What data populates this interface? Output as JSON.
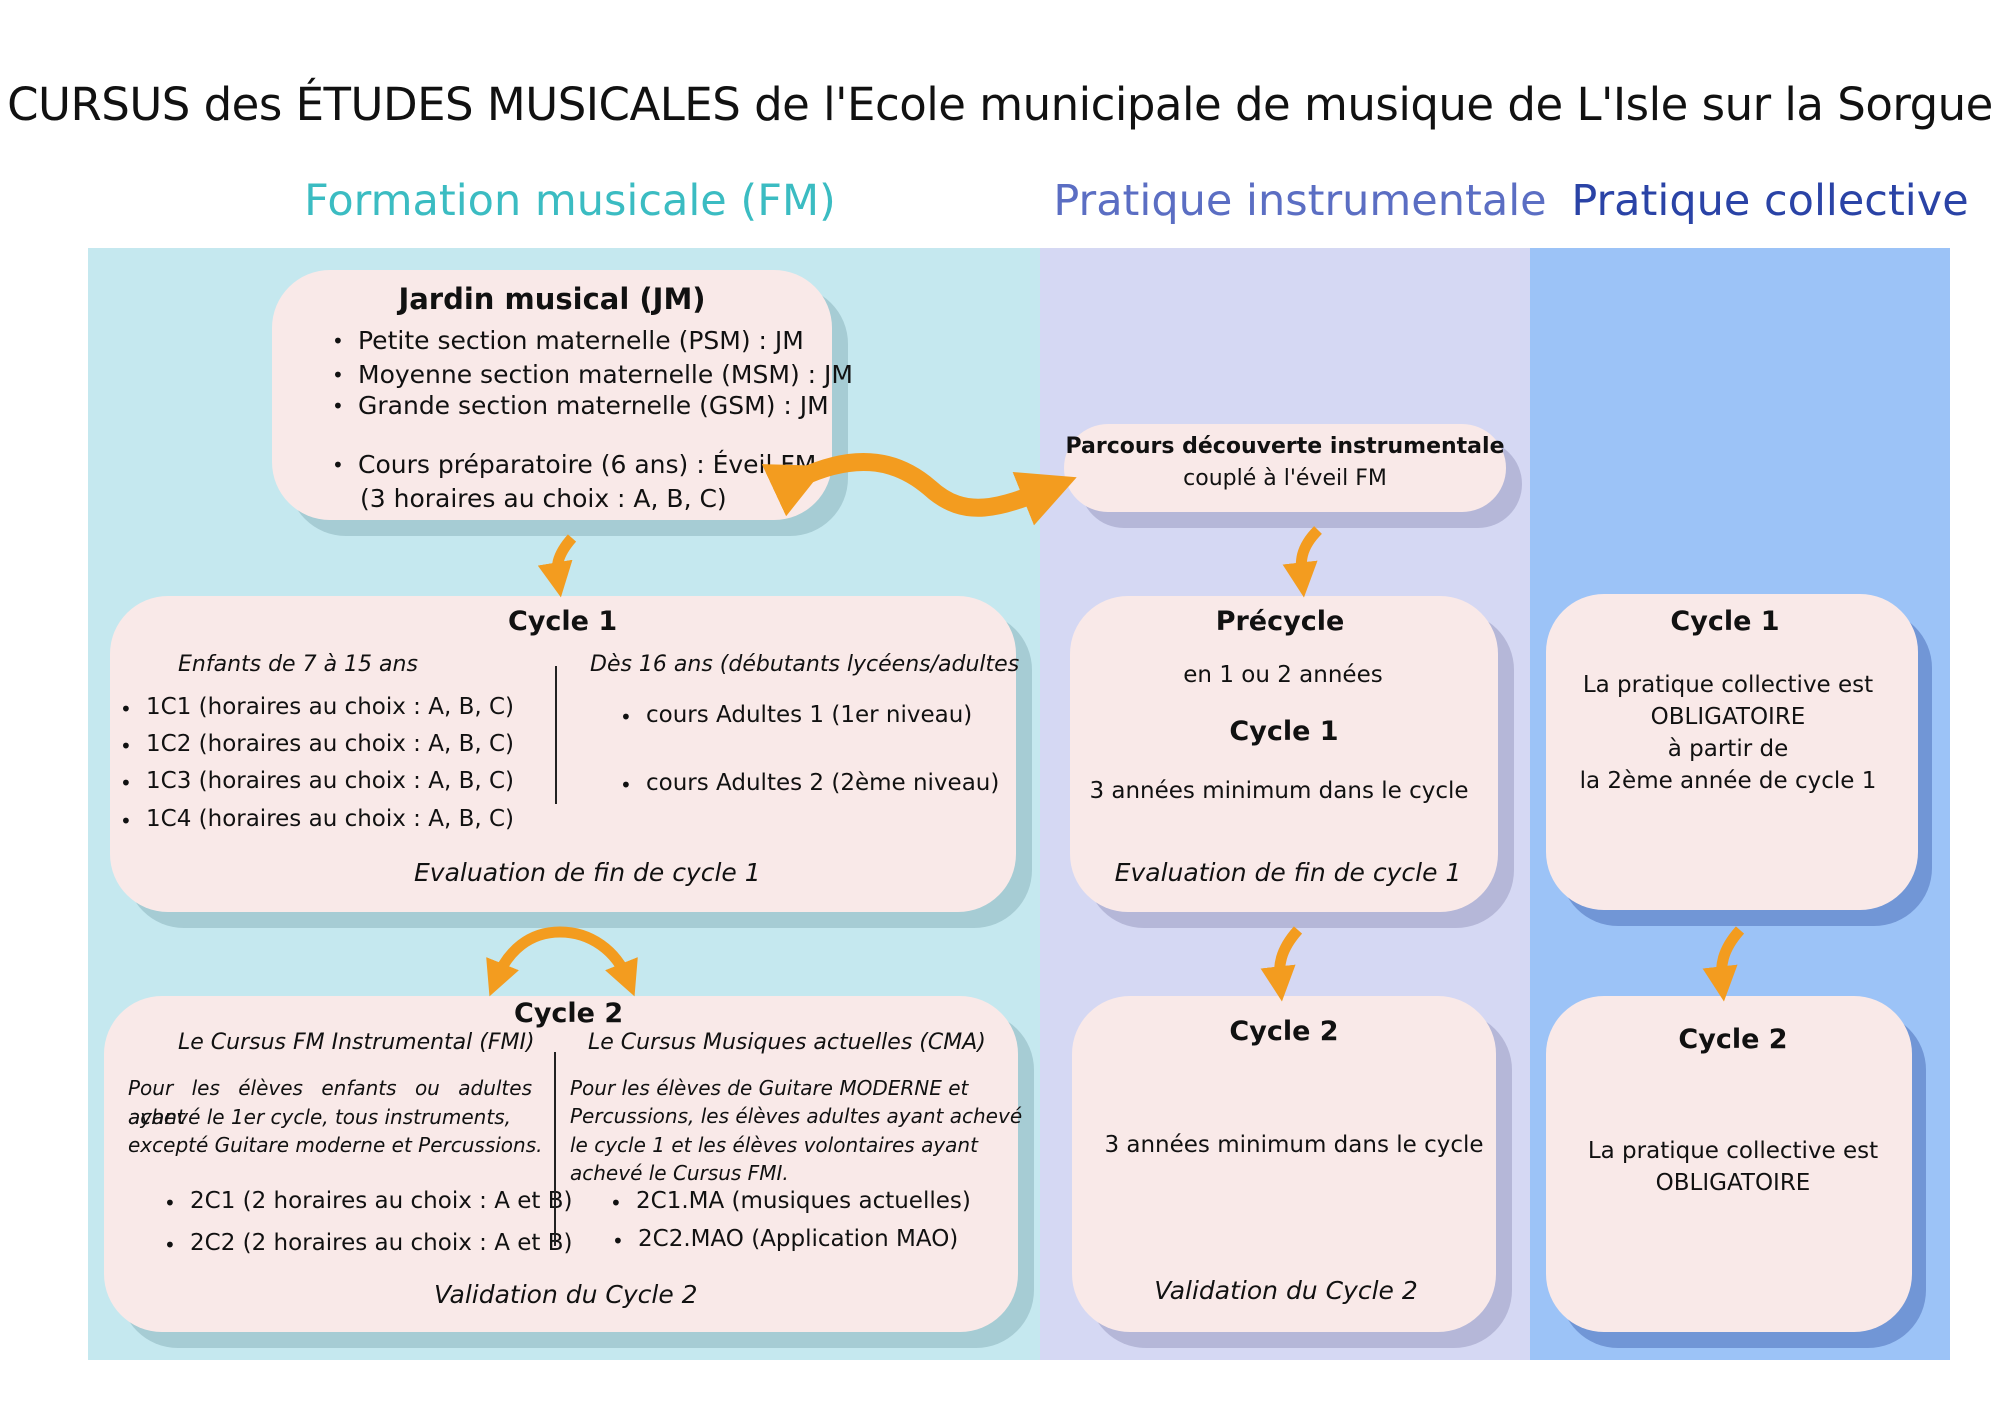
{
  "title": "CURSUS des ÉTUDES MUSICALES de l'Ecole municipale de musique de L'Isle sur la Sorgue",
  "columns": {
    "fm": "Formation musicale (FM)",
    "pi": "Pratique instrumentale",
    "pc": "Pratique collective"
  },
  "colors": {
    "fm_band": "#c5e8ef",
    "pi_band": "#d5d8f3",
    "pc_band": "#9cc3f7",
    "card": "#f9e9e8",
    "arrow": "#f39c1f"
  },
  "jardin": {
    "title": "Jardin musical  (JM)",
    "items": [
      "Petite section maternelle (PSM) : JM",
      "Moyenne section maternelle (MSM) : JM",
      "Grande section maternelle (GSM) : JM",
      "Cours préparatoire (6 ans) : Éveil FM"
    ],
    "note": "(3 horaires au choix : A, B, C)"
  },
  "parcours": {
    "title": "Parcours découverte instrumentale",
    "subtitle": "couplé à l'éveil FM"
  },
  "fm_cycle1": {
    "title": "Cycle 1",
    "left_head": "Enfants de 7 à 15 ans",
    "left_items": [
      "1C1  (horaires au choix : A, B, C)",
      "1C2  (horaires au choix : A, B, C)",
      "1C3  (horaires au choix : A, B, C)",
      "1C4  (horaires au choix : A, B, C)"
    ],
    "right_head": "Dès 16 ans (débutants lycéens/adultes",
    "right_items": [
      "cours Adultes 1 (1er niveau)",
      "cours Adultes 2 (2ème  niveau)"
    ],
    "footer": "Evaluation de fin de cycle 1"
  },
  "fm_cycle2": {
    "title": "Cycle 2",
    "left_head": "Le Cursus FM Instrumental  (FMI)",
    "left_lines": [
      "Pour les élèves enfants ou adultes ayant",
      "achevé le 1er cycle, tous instruments,",
      "excepté Guitare moderne et Percussions."
    ],
    "left_items": [
      "2C1  (2 horaires au choix : A et B)",
      "2C2  (2 horaires au choix : A et B)"
    ],
    "right_head": "Le Cursus Musiques actuelles (CMA)",
    "right_lines": [
      "Pour les élèves de Guitare MODERNE  et",
      "Percussions, les élèves adultes ayant achevé",
      "le cycle 1 et les élèves volontaires  ayant",
      "achevé le Cursus FMI."
    ],
    "right_items": [
      "2C1.MA   (musiques actuelles)",
      "2C2.MAO   (Application MAO)"
    ],
    "footer": "Validation du Cycle 2"
  },
  "pi_cycle1": {
    "title1": "Précycle",
    "line1": "en 1 ou 2 années",
    "title2": "Cycle 1",
    "line2": "3 années minimum dans le cycle",
    "footer": "Evaluation de fin de cycle 1"
  },
  "pi_cycle2": {
    "title": "Cycle 2",
    "line": "3 années minimum dans le cycle",
    "footer": "Validation du Cycle 2"
  },
  "pc_cycle1": {
    "title": "Cycle 1",
    "lines": [
      "La pratique collective est",
      "OBLIGATOIRE",
      "à partir de",
      "la 2ème année de cycle 1"
    ]
  },
  "pc_cycle2": {
    "title": "Cycle 2",
    "lines": [
      "La pratique collective est",
      "OBLIGATOIRE"
    ]
  }
}
